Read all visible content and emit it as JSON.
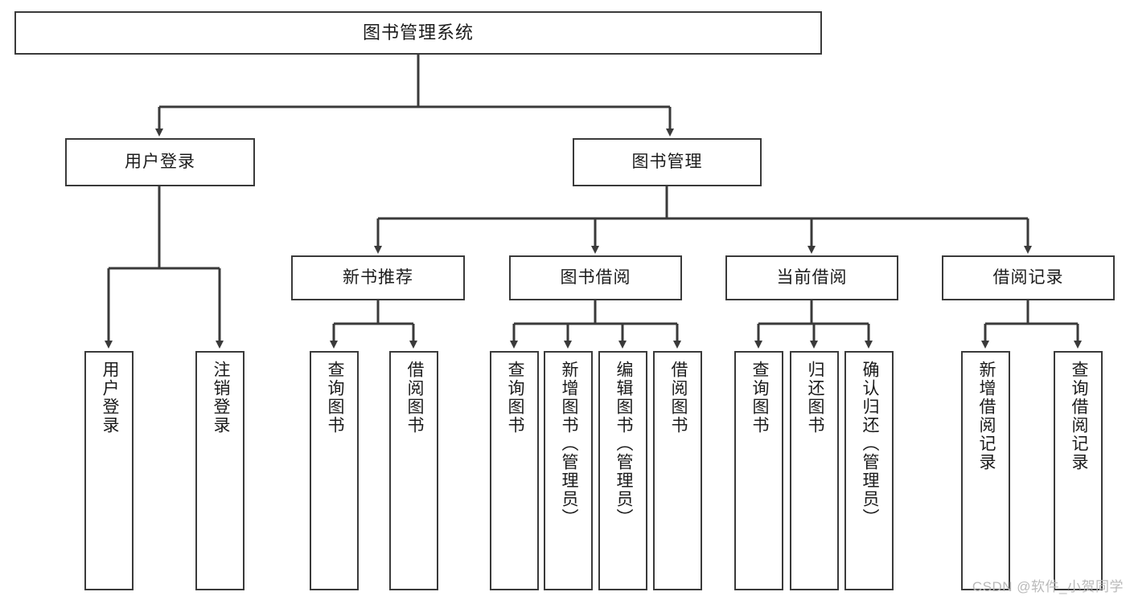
{
  "diagram": {
    "title": "图书管理系统",
    "root": {
      "id": "root",
      "label": "图书管理系统"
    },
    "level1": [
      {
        "id": "user-login",
        "label": "用户登录"
      },
      {
        "id": "book-management",
        "label": "图书管理"
      }
    ],
    "level2": [
      {
        "id": "new-book-recommend",
        "label": "新书推荐",
        "parent": "book-management"
      },
      {
        "id": "book-borrow",
        "label": "图书借阅",
        "parent": "book-management"
      },
      {
        "id": "current-borrow",
        "label": "当前借阅",
        "parent": "book-management"
      },
      {
        "id": "borrow-record",
        "label": "借阅记录",
        "parent": "book-management"
      }
    ],
    "leaves": [
      {
        "id": "leaf-user-login",
        "label": "用户登录",
        "parent": "user-login"
      },
      {
        "id": "leaf-logout",
        "label": "注销登录",
        "parent": "user-login"
      },
      {
        "id": "leaf-query-book-1",
        "label": "查询图书",
        "parent": "new-book-recommend"
      },
      {
        "id": "leaf-borrow-book-1",
        "label": "借阅图书",
        "parent": "new-book-recommend"
      },
      {
        "id": "leaf-query-book-2",
        "label": "查询图书",
        "parent": "book-borrow"
      },
      {
        "id": "leaf-add-book",
        "label": "新增图书（管理员）",
        "parent": "book-borrow"
      },
      {
        "id": "leaf-edit-book",
        "label": "编辑图书（管理员）",
        "parent": "book-borrow"
      },
      {
        "id": "leaf-borrow-book-2",
        "label": "借阅图书",
        "parent": "book-borrow"
      },
      {
        "id": "leaf-query-book-3",
        "label": "查询图书",
        "parent": "current-borrow"
      },
      {
        "id": "leaf-return-book",
        "label": "归还图书",
        "parent": "current-borrow"
      },
      {
        "id": "leaf-confirm-return",
        "label": "确认归还（管理员）",
        "parent": "current-borrow"
      },
      {
        "id": "leaf-add-record",
        "label": "新增借阅记录",
        "parent": "borrow-record"
      },
      {
        "id": "leaf-query-record",
        "label": "查询借阅记录",
        "parent": "borrow-record"
      }
    ],
    "watermark": "CSDN @软件_小贺同学",
    "colors": {
      "stroke": "#3a3a3a",
      "background": "#ffffff",
      "text": "#1b1b1b",
      "watermark": "#b9b9b9"
    }
  }
}
